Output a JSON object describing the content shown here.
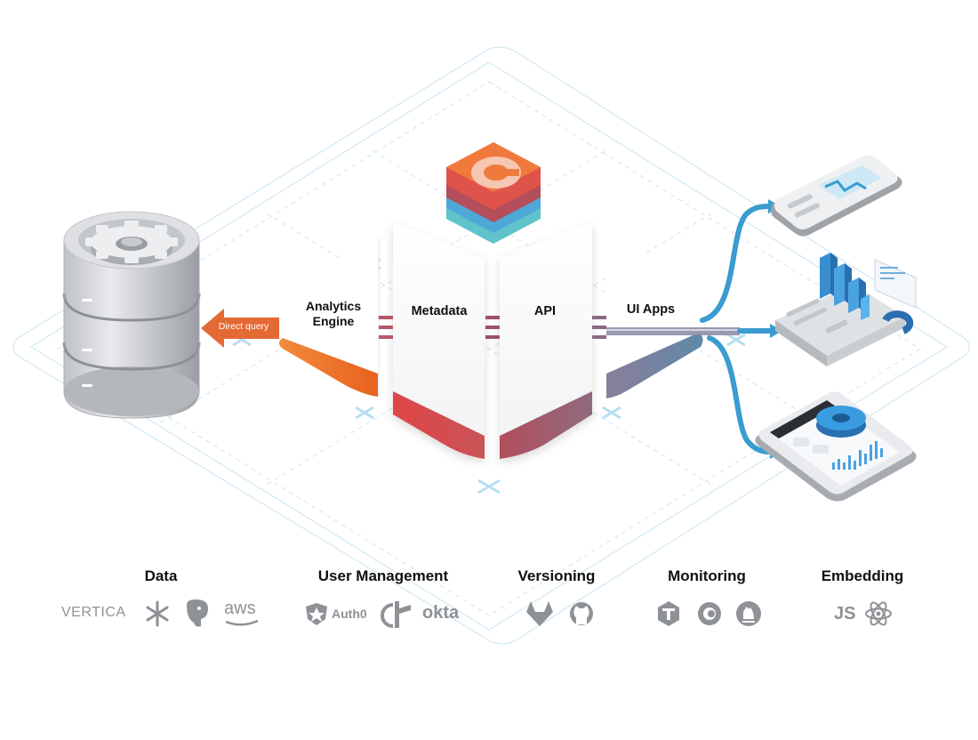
{
  "architecture": {
    "components": {
      "analytics_engine": "Analytics\nEngine",
      "metadata": "Metadata",
      "api": "API",
      "ui_apps": "UI Apps"
    },
    "direct_query": "Direct query"
  },
  "categories": [
    {
      "label": "Data",
      "logos": [
        "VERTICA",
        "snowflake-icon",
        "postgresql-icon",
        "aws"
      ]
    },
    {
      "label": "User Management",
      "logos": [
        "Auth0",
        "openid-icon",
        "okta"
      ]
    },
    {
      "label": "Versioning",
      "logos": [
        "gitlab-icon",
        "github-icon"
      ]
    },
    {
      "label": "Monitoring",
      "logos": [
        "tracing-icon",
        "grafana-icon",
        "prometheus-icon"
      ]
    },
    {
      "label": "Embedding",
      "logos": [
        "JS",
        "react-icon"
      ]
    }
  ],
  "colors": {
    "orange": "#ee6b2a",
    "red": "#e0514a",
    "maroon": "#b35562",
    "slate": "#7b7f9c",
    "blue": "#3a9cd0",
    "grid": "#bfe3f0",
    "logo_gray": "#8e9196"
  }
}
